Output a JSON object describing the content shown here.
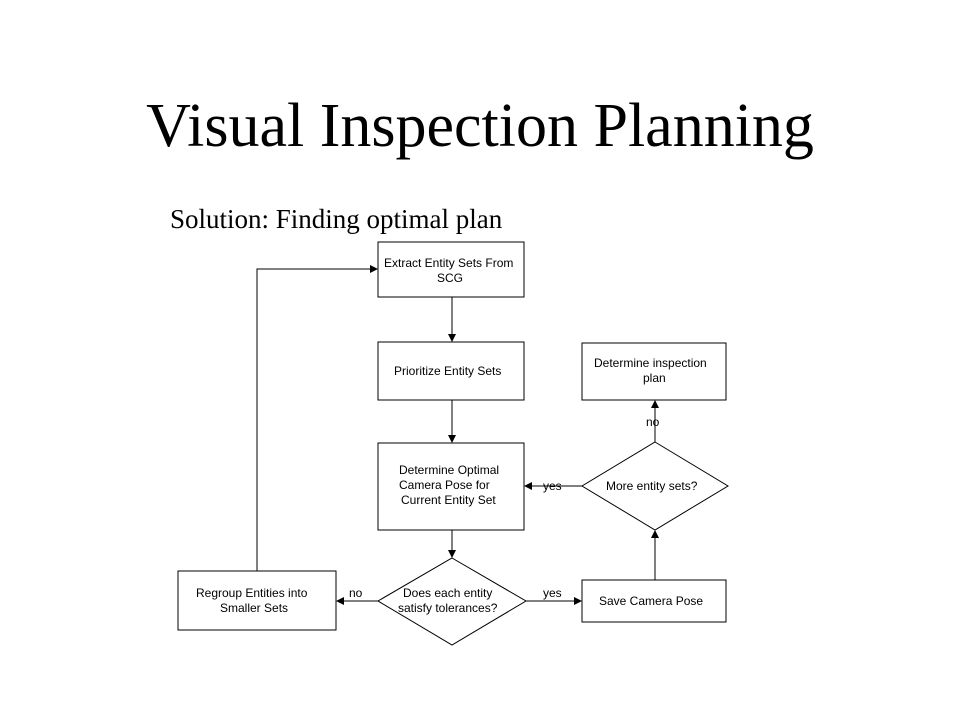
{
  "title": "Visual Inspection Planning",
  "subtitle": "Solution: Finding optimal plan",
  "nodes": {
    "extract": [
      "Extract Entity Sets From",
      "SCG"
    ],
    "prioritize": [
      "Prioritize Entity Sets"
    ],
    "optimal_pose": [
      "Determine Optimal",
      "Camera Pose for",
      "Current Entity Set"
    ],
    "tolerances": [
      "Does each entity",
      "satisfy tolerances?"
    ],
    "regroup": [
      "Regroup Entities  into",
      "Smaller Sets"
    ],
    "save_pose": [
      "Save Camera Pose"
    ],
    "more_sets": [
      "More entity sets?"
    ],
    "inspection_plan": [
      "Determine inspection",
      "plan"
    ]
  },
  "edge_labels": {
    "tolerances_no": "no",
    "tolerances_yes": "yes",
    "more_sets_yes": "yes",
    "more_sets_no": "no"
  }
}
